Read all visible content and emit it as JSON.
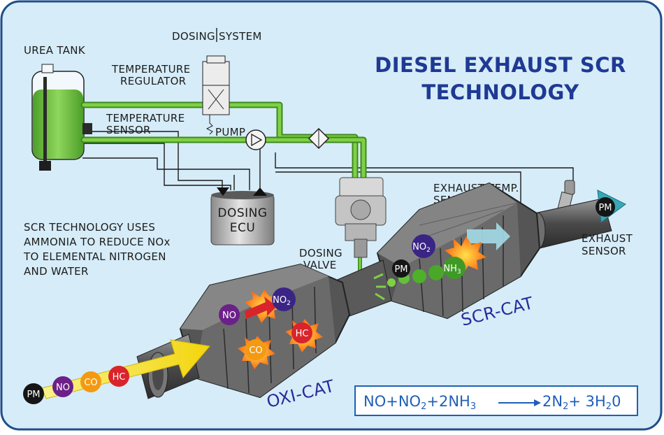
{
  "title": {
    "line1": "DIESEL EXHAUST SCR",
    "line2": "TECHNOLOGY"
  },
  "labels": {
    "urea_tank": "UREA TANK",
    "dosing_system": "DOSING SYSTEM",
    "temp_regulator_1": "TEMPERATURE",
    "temp_regulator_2": "REGULATOR",
    "temp_sensor_1": "TEMPERATURE",
    "temp_sensor_2": "SENSOR",
    "pump": "PUMP",
    "dosing_ecu_1": "DOSING",
    "dosing_ecu_2": "ECU",
    "dosing_valve_1": "DOSING",
    "dosing_valve_2": "VALVE",
    "exhaust_temp_sensor_1": "EXHAUST TEMP.",
    "exhaust_temp_sensor_2": "SENSOR",
    "exhaust_sensor_1": "EXHAUST",
    "exhaust_sensor_2": "SENSOR",
    "oxi_cat": "OXI-CAT",
    "scr_cat": "SCR-CAT"
  },
  "description": [
    "SCR TECHNOLOGY USES",
    "AMMONIA TO REDUCE NOx",
    "TO ELEMENTAL NITROGEN",
    "AND WATER"
  ],
  "molecules": {
    "pm": "PM",
    "no": "NO",
    "co": "CO",
    "hc": "HC",
    "no2": "NO",
    "no2_sub": "2",
    "nh3": "NH",
    "nh3_sub": "3"
  },
  "equation": {
    "lhs": "NO+NO",
    "lhs_sub": "2",
    "mid": "+2NH",
    "mid_sub": "3",
    "rhs": "2N",
    "rhs_sub": "2",
    "rhs2": "+ 3H",
    "rhs2_sub": "2",
    "rhs3": "0"
  },
  "colors": {
    "background": "#d6ecf8",
    "border": "#1f4e8c",
    "urea_green": "#6cc13a",
    "title_blue": "#1f3a93",
    "pm": "#151515",
    "no": "#6c2089",
    "co": "#f39a12",
    "hc": "#d9242b",
    "flow_yellow": "#f5e40f",
    "outflow_teal": "#38a7b8"
  }
}
